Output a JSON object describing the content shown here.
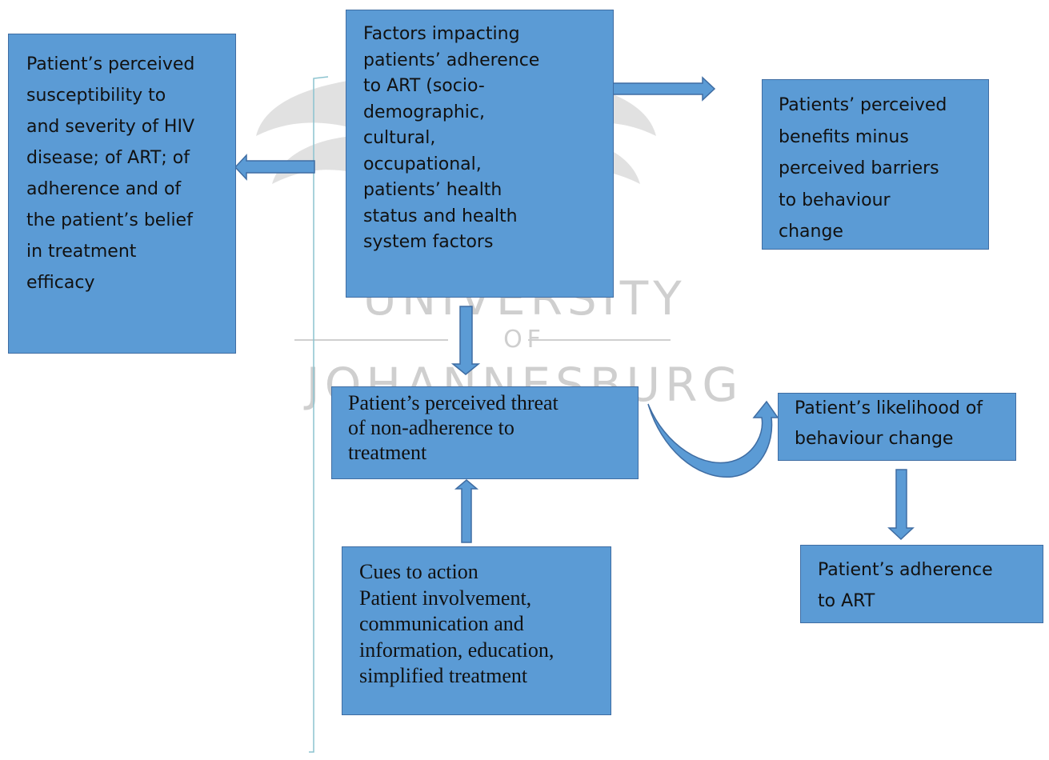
{
  "watermark": {
    "line1": "UNIVERSITY",
    "line2": "OF",
    "line3": "JOHANNESBURG"
  },
  "boxes": {
    "factors": "Factors impacting\npatients’ adherence\nto ART (socio-\ndemographic,\ncultural,\noccupational,\npatients’ health\nstatus and health\nsystem factors",
    "susceptibility": "Patient’s perceived\nsusceptibility to\nand severity of HIV\ndisease; of ART; of\nadherence and of\nthe patient’s belief\nin treatment\nefficacy",
    "benefits": "Patients’ perceived\nbenefits minus\nperceived barriers\nto behaviour\nchange",
    "threat": "Patient’s perceived threat\nof non-adherence to\ntreatment",
    "likelihood": "Patient’s likelihood of\nbehaviour change",
    "cues": "Cues to action\nPatient involvement,\ncommunication and\ninformation, education,\nsimplified treatment",
    "adherence": "Patient’s adherence\nto ART"
  },
  "colors": {
    "box_fill": "#5b9bd5",
    "box_border": "#3f6da3",
    "arrow_fill": "#5b9bd5",
    "watermark": "#cfcfcf",
    "bracket": "#8bc3cf"
  }
}
